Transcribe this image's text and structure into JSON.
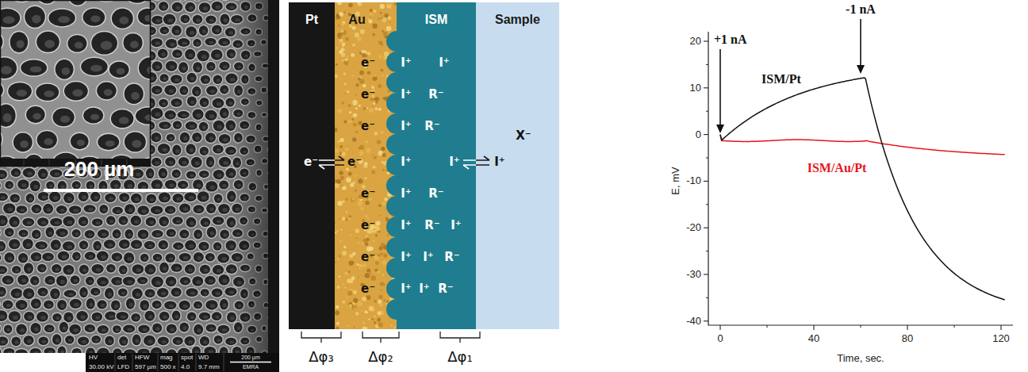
{
  "diagram": {
    "nodes": [
      {
        "text": [
          "Pt"
        ]
      },
      {
        "text": [
          "Au"
        ]
      },
      {
        "text": [
          "ISM"
        ]
      },
      {
        "text": [
          "Sample"
        ]
      }
    ],
    "labels": [
      "200 µm",
      "HV",
      "det",
      "HFW",
      "mag",
      "spot",
      "WD",
      "30.00 kV",
      "LFD",
      "597 µm",
      "500 x",
      "4.0",
      "9.7 mm",
      "200 µm",
      "EMRA",
      "e⁻",
      "e⁻",
      "e⁻",
      "e⁻",
      "e⁻",
      "e⁻",
      "e⁻",
      "e⁻",
      "e⁻",
      "I⁺",
      "I⁺",
      "I⁺",
      "I⁺",
      "I⁺",
      "I⁺",
      "I⁺",
      "I⁺",
      "I⁺",
      "R⁻",
      "R⁻",
      "I⁺",
      "I⁺",
      "X⁻",
      "R⁻",
      "R⁻",
      "I⁺",
      "I⁺",
      "R⁻",
      "I⁺",
      "R⁻",
      "Δφ₃",
      "Δφ₂",
      "Δφ₁",
      "20",
      "10",
      "0",
      "-10",
      "-20",
      "-30",
      "-40",
      "0",
      "40",
      "80",
      "120",
      "E, mV",
      "Time, sec.",
      "+1 nA",
      "-1 nA",
      "ISM/Pt",
      "ISM/Au/Pt"
    ]
  }
}
